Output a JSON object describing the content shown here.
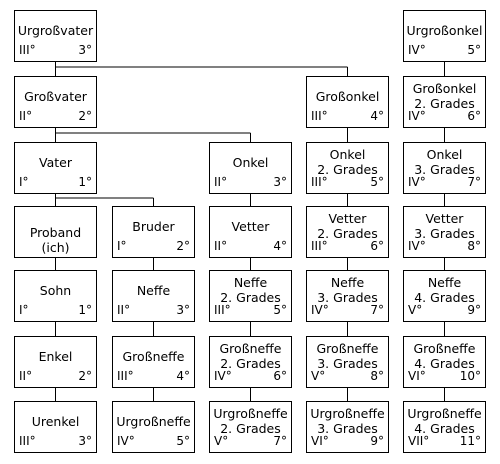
{
  "nodes": [
    {
      "id": "urgrossvater",
      "lines": [
        "Urgroßvater"
      ],
      "deg": "III°",
      "rel": "3°"
    },
    {
      "id": "grossvater",
      "lines": [
        "Großvater"
      ],
      "deg": "II°",
      "rel": "2°"
    },
    {
      "id": "vater",
      "lines": [
        "Vater"
      ],
      "deg": "I°",
      "rel": "1°"
    },
    {
      "id": "proband",
      "lines": [
        "Proband (ich)"
      ],
      "deg": "",
      "rel": ""
    },
    {
      "id": "sohn",
      "lines": [
        "Sohn"
      ],
      "deg": "I°",
      "rel": "1°"
    },
    {
      "id": "enkel",
      "lines": [
        "Enkel"
      ],
      "deg": "II°",
      "rel": "2°"
    },
    {
      "id": "urenkel",
      "lines": [
        "Urenkel"
      ],
      "deg": "III°",
      "rel": "3°"
    },
    {
      "id": "bruder",
      "lines": [
        "Bruder"
      ],
      "deg": "I°",
      "rel": "2°"
    },
    {
      "id": "neffe",
      "lines": [
        "Neffe"
      ],
      "deg": "II°",
      "rel": "3°"
    },
    {
      "id": "grossneffe",
      "lines": [
        "Großneffe"
      ],
      "deg": "III°",
      "rel": "4°"
    },
    {
      "id": "urgrossneffe",
      "lines": [
        "Urgroßneffe"
      ],
      "deg": "IV°",
      "rel": "5°"
    },
    {
      "id": "onkel",
      "lines": [
        "Onkel"
      ],
      "deg": "II°",
      "rel": "3°"
    },
    {
      "id": "vetter",
      "lines": [
        "Vetter"
      ],
      "deg": "II°",
      "rel": "4°"
    },
    {
      "id": "neffe2",
      "lines": [
        "Neffe",
        "2. Grades"
      ],
      "deg": "III°",
      "rel": "5°"
    },
    {
      "id": "grossneffe2",
      "lines": [
        "Großneffe",
        "2. Grades"
      ],
      "deg": "IV°",
      "rel": "6°"
    },
    {
      "id": "urgrossneffe2",
      "lines": [
        "Urgroßneffe",
        "2. Grades"
      ],
      "deg": "V°",
      "rel": "7°"
    },
    {
      "id": "grossonkel",
      "lines": [
        "Großonkel"
      ],
      "deg": "III°",
      "rel": "4°"
    },
    {
      "id": "onkel2",
      "lines": [
        "Onkel",
        "2. Grades"
      ],
      "deg": "III°",
      "rel": "5°"
    },
    {
      "id": "vetter2",
      "lines": [
        "Vetter",
        "2. Grades"
      ],
      "deg": "III°",
      "rel": "6°"
    },
    {
      "id": "neffe3",
      "lines": [
        "Neffe",
        "3. Grades"
      ],
      "deg": "IV°",
      "rel": "7°"
    },
    {
      "id": "grossneffe3",
      "lines": [
        "Großneffe",
        "3. Grades"
      ],
      "deg": "V°",
      "rel": "8°"
    },
    {
      "id": "urgrossneffe3",
      "lines": [
        "Urgroßneffe",
        "3. Grades"
      ],
      "deg": "VI°",
      "rel": "9°"
    },
    {
      "id": "urgrossonkel",
      "lines": [
        "Urgroßonkel"
      ],
      "deg": "IV°",
      "rel": "5°"
    },
    {
      "id": "grossonkel2",
      "lines": [
        "Großonkel",
        "2. Grades"
      ],
      "deg": "IV°",
      "rel": "6°"
    },
    {
      "id": "onkel3",
      "lines": [
        "Onkel",
        "3. Grades"
      ],
      "deg": "IV°",
      "rel": "7°"
    },
    {
      "id": "vetter3",
      "lines": [
        "Vetter",
        "3. Grades"
      ],
      "deg": "IV°",
      "rel": "8°"
    },
    {
      "id": "neffe4",
      "lines": [
        "Neffe",
        "4. Grades"
      ],
      "deg": "V°",
      "rel": "9°"
    },
    {
      "id": "grossneffe4",
      "lines": [
        "Großneffe",
        "4. Grades"
      ],
      "deg": "VI°",
      "rel": "10°"
    },
    {
      "id": "urgrossneffe4",
      "lines": [
        "Urgroßneffe",
        "4. Grades"
      ],
      "deg": "VII°",
      "rel": "11°"
    }
  ],
  "edges": [
    [
      "urgrossvater",
      "grossvater"
    ],
    [
      "urgrossvater",
      "grossonkel"
    ],
    [
      "grossvater",
      "vater"
    ],
    [
      "grossvater",
      "onkel"
    ],
    [
      "vater",
      "proband"
    ],
    [
      "vater",
      "bruder"
    ],
    [
      "proband",
      "sohn"
    ],
    [
      "sohn",
      "enkel"
    ],
    [
      "enkel",
      "urenkel"
    ],
    [
      "bruder",
      "neffe"
    ],
    [
      "neffe",
      "grossneffe"
    ],
    [
      "grossneffe",
      "urgrossneffe"
    ],
    [
      "onkel",
      "vetter"
    ],
    [
      "vetter",
      "neffe2"
    ],
    [
      "neffe2",
      "grossneffe2"
    ],
    [
      "grossneffe2",
      "urgrossneffe2"
    ],
    [
      "grossonkel",
      "onkel2"
    ],
    [
      "onkel2",
      "vetter2"
    ],
    [
      "vetter2",
      "neffe3"
    ],
    [
      "neffe3",
      "grossneffe3"
    ],
    [
      "grossneffe3",
      "urgrossneffe3"
    ],
    [
      "urgrossonkel",
      "grossonkel2"
    ],
    [
      "grossonkel2",
      "onkel3"
    ],
    [
      "onkel3",
      "vetter3"
    ],
    [
      "vetter3",
      "neffe4"
    ],
    [
      "neffe4",
      "grossneffe4"
    ],
    [
      "grossneffe4",
      "urgrossneffe4"
    ]
  ]
}
